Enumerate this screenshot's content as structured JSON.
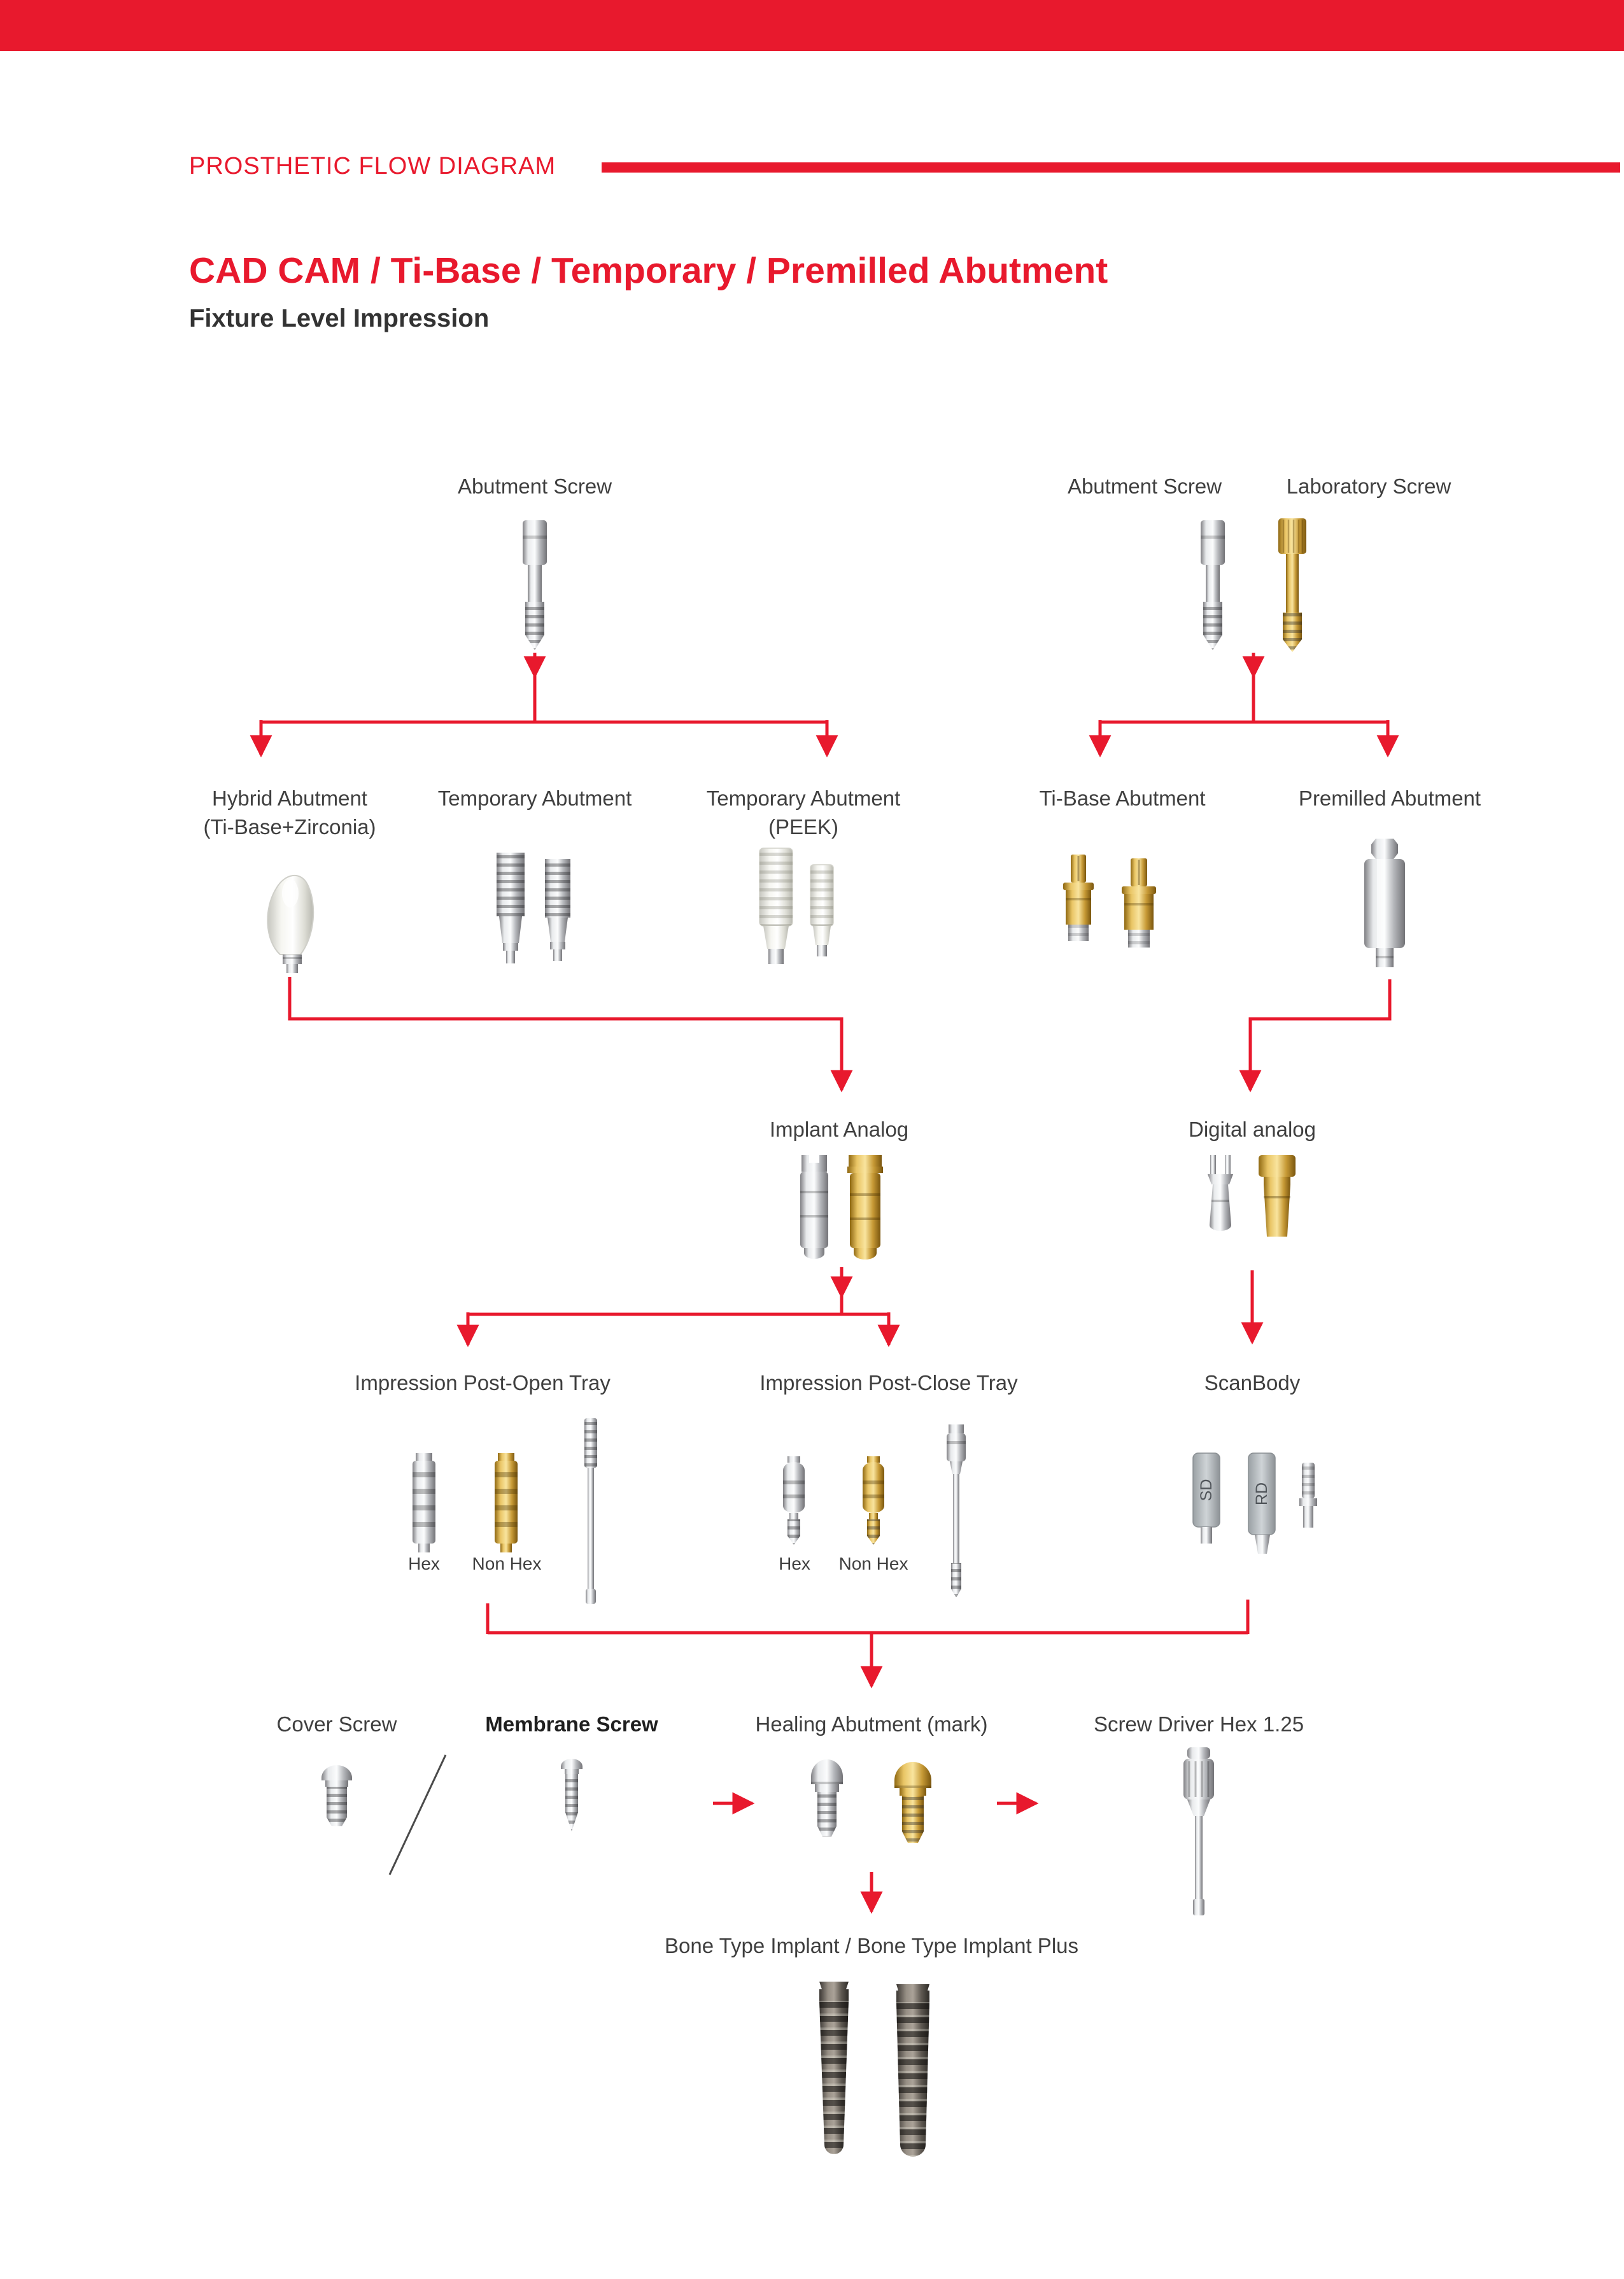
{
  "header": {
    "eyebrow": "PROSTHETIC FLOW DIAGRAM",
    "title": "CAD CAM / Ti-Base / Temporary / Premilled Abutment",
    "subtitle": "Fixture Level Impression"
  },
  "colors": {
    "accent": "#e8192d",
    "label_text": "#3f3f3f"
  },
  "flow": {
    "row1": {
      "abutment_screw": "Abutment Screw",
      "abutment_screw2": "Abutment Screw",
      "laboratory_screw": "Laboratory Screw"
    },
    "row2": {
      "hybrid_abutment": "Hybrid Abutment",
      "hybrid_abutment_sub": "(Ti-Base+Zirconia)",
      "temporary_abutment": "Temporary Abutment",
      "temporary_abutment_peek": "Temporary Abutment",
      "temporary_abutment_peek_sub": "(PEEK)",
      "tibase_abutment": "Ti-Base Abutment",
      "premilled_abutment": "Premilled Abutment"
    },
    "row3": {
      "implant_analog": "Implant Analog",
      "digital_analog": "Digital analog"
    },
    "row4": {
      "impression_open": "Impression Post-Open Tray",
      "impression_close": "Impression Post-Close Tray",
      "scanbody": "ScanBody",
      "hex": "Hex",
      "non_hex": "Non Hex",
      "scanbody_sd": "SD",
      "scanbody_rd": "RD"
    },
    "row5": {
      "cover_screw": "Cover Screw",
      "membrane_screw": "Membrane Screw",
      "healing_abutment": "Healing Abutment (mark)",
      "screw_driver": "Screw Driver Hex 1.25"
    },
    "row6": {
      "bone_type": "Bone Type Implant / Bone Type Implant Plus"
    }
  }
}
